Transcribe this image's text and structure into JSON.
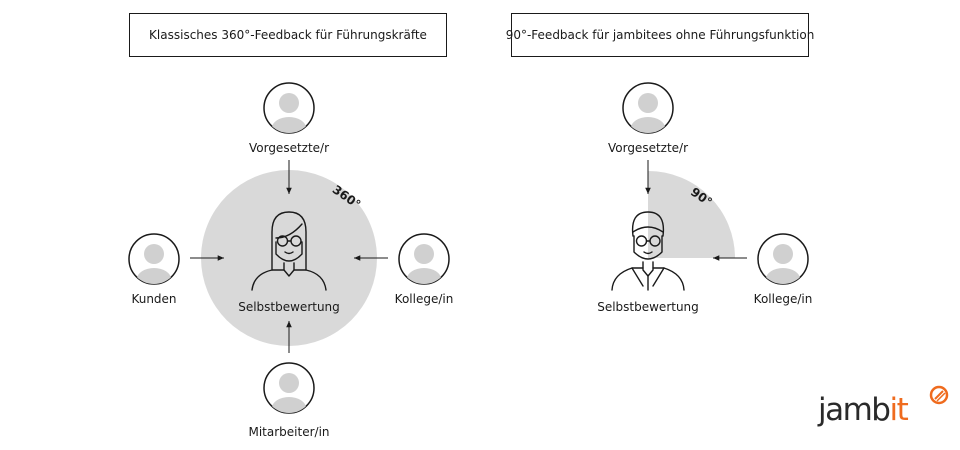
{
  "left_diagram": {
    "title": "Klassisches 360°-Feedback für Führungskräfte",
    "angle_label": "360°",
    "center_label": "Selbstbewertung",
    "nodes": {
      "top": "Vorgesetzte/r",
      "left": "Kunden",
      "right": "Kollege/in",
      "bottom": "Mitarbeiter/in"
    }
  },
  "right_diagram": {
    "title": "90°-Feedback für jambitees ohne Führungsfunktion",
    "angle_label": "90°",
    "center_label": "Selbstbewertung",
    "nodes": {
      "top": "Vorgesetzte/r",
      "right": "Kollege/in"
    }
  },
  "logo": {
    "part1": "jamb",
    "part2": "it"
  },
  "colors": {
    "sector": "#d9d9d9",
    "accent": "#ef6b1e",
    "line": "#1a1a1a",
    "avatar": "#cfcfcf"
  }
}
